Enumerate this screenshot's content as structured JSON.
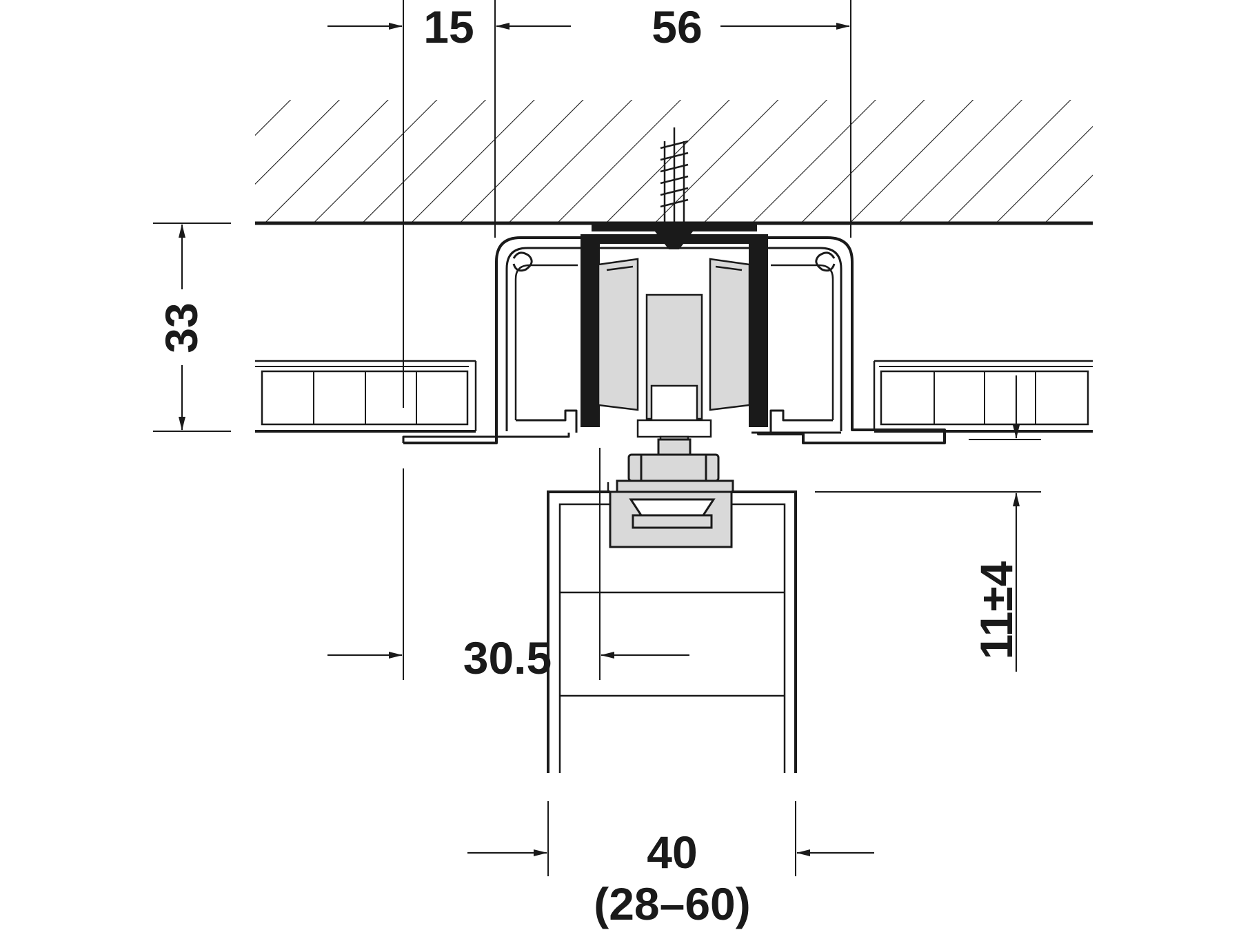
{
  "drawing": {
    "colors": {
      "line": "#1a1a1a",
      "part_fill": "#d9d9d9",
      "background": "#ffffff"
    },
    "dimensions": {
      "gap_left": "15",
      "track_width": "56",
      "track_height": "33",
      "offset": "30.5",
      "adjustment": "11±4",
      "door_thickness": "40",
      "door_range": "(28–60)"
    }
  }
}
